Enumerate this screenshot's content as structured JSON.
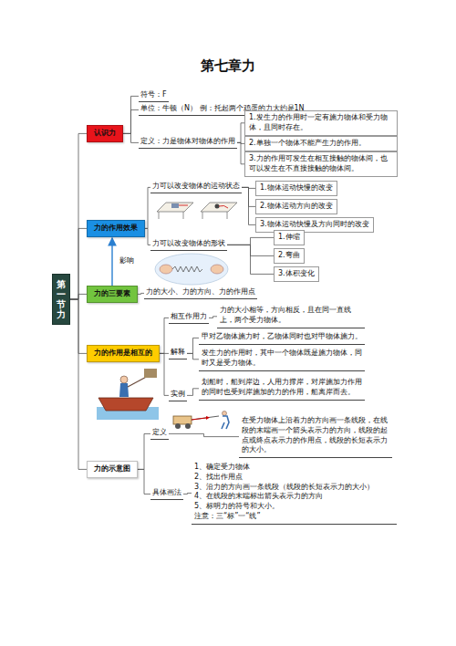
{
  "diagram": {
    "title": "第七章力",
    "nodes": [
      {
        "text": [
          "第一节力"
        ]
      },
      {
        "text": [
          "认识力"
        ]
      },
      {
        "text": [
          "符号：F"
        ]
      },
      {
        "text": [
          "单位：牛顿（N） 例：托起两个鸡蛋的力大约是1N"
        ]
      },
      {
        "text": [
          "定义：力是物体对物体的作用"
        ]
      },
      {
        "text": [
          "1.发生力的作用时一定有施力物体和受力物体，且同时存在。"
        ]
      },
      {
        "text": [
          "2.单独一个物体不能产生力的作用。"
        ]
      },
      {
        "text": [
          "3.力的作用可发生在相互接触的物体间，也可以发生在不直接接触的物体间。"
        ]
      },
      {
        "text": [
          "力的作用效果"
        ]
      },
      {
        "text": [
          "力可以改变物体的运动状态"
        ]
      },
      {
        "text": [
          "1.物体运动快慢的改变"
        ]
      },
      {
        "text": [
          "2.物体运动方向的改变"
        ]
      },
      {
        "text": [
          "3.物体运动快慢及方向同时的改变"
        ]
      },
      {
        "text": [
          "力可以改变物体的形状"
        ]
      },
      {
        "text": [
          "1.伸缩"
        ]
      },
      {
        "text": [
          "2.弯曲"
        ]
      },
      {
        "text": [
          "3.体积变化"
        ]
      },
      {
        "text": [
          "力的三要素"
        ]
      },
      {
        "text": [
          "力的大小、力的方向、力的作用点"
        ]
      },
      {
        "text": [
          "力的作用是相互的"
        ]
      },
      {
        "text": [
          "相互作用力"
        ]
      },
      {
        "text": [
          "力的大小相等，方向相反，且在同一直线上，两个受力物体。"
        ]
      },
      {
        "text": [
          "解释"
        ]
      },
      {
        "text": [
          "甲对乙物体施力时，乙物体同时也对甲物体施力。"
        ]
      },
      {
        "text": [
          "发生力的作用时，其中一个物体既是施力物体，同时又是受力物体。"
        ]
      },
      {
        "text": [
          "实例"
        ]
      },
      {
        "text": [
          "划船时，船到岸边，人用力撑岸，对岸施加力作用的同时也受到岸施加的力的作用，船离岸而去。"
        ]
      },
      {
        "text": [
          "力的示意图"
        ]
      },
      {
        "text": [
          "定义"
        ]
      },
      {
        "text": [
          "在受力物体上沿着力的方向画一条线段，在线段的末端画一个箭头表示力的方向，线段的起点或终点表示力的作用点，线段的长短表示力的大小。"
        ]
      },
      {
        "text": [
          "具体画法"
        ]
      },
      {
        "text": [
          "1、确定受力物体",
          "2、找出作用点",
          "3、沿力的方向画一条线段（线段的长短表示力的大小）",
          "4、在线段的末端标出箭头表示力的方向",
          "5、标明力的符号和大小。",
          "注意：三“标”一“线”"
        ]
      }
    ],
    "edges": [
      {
        "from": 0,
        "to": 1,
        "arrow": "none"
      },
      {
        "from": 0,
        "to": 8,
        "arrow": "none"
      },
      {
        "from": 0,
        "to": 17,
        "arrow": "none"
      },
      {
        "from": 0,
        "to": 19,
        "arrow": "none"
      },
      {
        "from": 0,
        "to": 27,
        "arrow": "none"
      },
      {
        "from": 1,
        "to": 2,
        "arrow": "none"
      },
      {
        "from": 1,
        "to": 3,
        "arrow": "none"
      },
      {
        "from": 1,
        "to": 4,
        "arrow": "none"
      },
      {
        "from": 4,
        "to": 5,
        "arrow": "none"
      },
      {
        "from": 4,
        "to": 6,
        "arrow": "none"
      },
      {
        "from": 4,
        "to": 7,
        "arrow": "none"
      },
      {
        "from": 8,
        "to": 9,
        "arrow": "none"
      },
      {
        "from": 8,
        "to": 13,
        "arrow": "none"
      },
      {
        "from": 9,
        "to": 10,
        "arrow": "none"
      },
      {
        "from": 9,
        "to": 11,
        "arrow": "none"
      },
      {
        "from": 9,
        "to": 12,
        "arrow": "none"
      },
      {
        "from": 13,
        "to": 14,
        "arrow": "none"
      },
      {
        "from": 13,
        "to": 15,
        "arrow": "none"
      },
      {
        "from": 13,
        "to": 16,
        "arrow": "none"
      },
      {
        "from": 17,
        "to": 8,
        "label": "影响",
        "arrow": "to"
      },
      {
        "from": 17,
        "to": 18,
        "arrow": "none"
      },
      {
        "from": 19,
        "to": 20,
        "arrow": "none"
      },
      {
        "from": 19,
        "to": 22,
        "arrow": "none"
      },
      {
        "from": 19,
        "to": 25,
        "arrow": "none"
      },
      {
        "from": 20,
        "to": 21,
        "arrow": "none"
      },
      {
        "from": 22,
        "to": 23,
        "arrow": "none"
      },
      {
        "from": 22,
        "to": 24,
        "arrow": "none"
      },
      {
        "from": 25,
        "to": 26,
        "arrow": "none"
      },
      {
        "from": 27,
        "to": 28,
        "arrow": "none"
      },
      {
        "from": 27,
        "to": 30,
        "arrow": "none"
      },
      {
        "from": 28,
        "to": 29,
        "arrow": "none"
      },
      {
        "from": 30,
        "to": 31,
        "arrow": "none"
      }
    ]
  }
}
